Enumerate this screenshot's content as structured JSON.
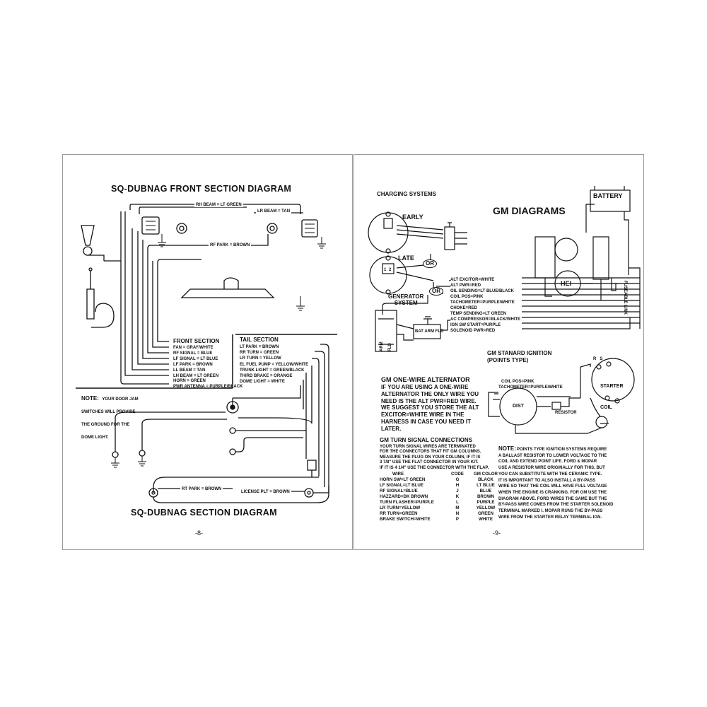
{
  "left_page": {
    "title_top": "SQ-DUBNAG FRONT SECTION DIAGRAM",
    "title_bottom": "SQ-DUBNAG SECTION DIAGRAM",
    "page_number": "-8-",
    "labels": {
      "rh_beam": "RH BEAM = LT GREEN",
      "lr_beam": "LR BEAM = TAN",
      "rf_park": "RF PARK = BROWN",
      "rt_park": "RT PARK = BROWN",
      "license_plt": "LICENSE PLT = BROWN"
    },
    "front_section": {
      "heading": "FRONT SECTION",
      "items": [
        "FAN = GRAY/WHITE",
        "RF SIGNAL = BLUE",
        "LF SIGNAL = LT BLUE",
        "LF PARK = BROWN",
        "LL BEAM = TAN",
        "LH BEAM = LT GREEN",
        "HORN = GREEN",
        "PWR ANTENNA = PURPLE/BLACK"
      ]
    },
    "tail_section": {
      "heading": "TAIL SECTION",
      "items": [
        "LT PARK = BROWN",
        "RR TURN = GREEN",
        "LR TURN = YELLOW",
        "EL FUEL PUMP = YELLOW/WHITE",
        "TRUNK LIGHT = GREEN/BLACK",
        "THIRD BRAKE = ORANGE",
        "DOME LIGHT = WHITE"
      ]
    },
    "note": {
      "label": "NOTE:",
      "text": "YOUR DOOR JAM\nSWITCHES WILL PROVIDE\nTHE GROUND FOR THE\nDOME LIGHT."
    }
  },
  "right_page": {
    "page_number": "-9-",
    "charging_title": "CHARGING SYSTEMS",
    "gm_title": "GM DIAGRAMS",
    "early": "EARLY",
    "late": "LATE",
    "or": "OR",
    "generator_system": "GENERATOR\nSYSTEM",
    "battery": "BATTERY",
    "hei": "HEI",
    "fuseable_link": "FUSEABLE LINK",
    "bat_arm_fld": "BAT ARM FLD",
    "arm": "ARM",
    "fld": "FLD",
    "terminal_1": "1",
    "terminal_2": "2",
    "wire_labels": [
      "ALT EXCITOR=WHITE",
      "ALT PWR=RED",
      "OIL SENDING=LT BLUE/BLACK",
      "COIL POS=PINK",
      "TACHOMETER=PURPLE/WHITE",
      "CHOKE=RED",
      "TEMP SENDING=LT GREEN",
      "AC COMPRESSOR=BLACK/WHITE",
      "IGN SW START=PURPLE",
      "SOLENOID PWR=RED"
    ],
    "one_wire": {
      "title": "GM ONE-WIRE ALTERNATOR",
      "text": "IF YOU ARE USING A ONE-WIRE\nALTERNATOR THE ONLY WIRE YOU\nNEED IS THE ALT PWR=RED WIRE.\nWE SUGGEST YOU STORE THE ALT\nEXCITOR=WHITE WIRE IN THE\nHARNESS IN CASE YOU NEED IT\nLATER."
    },
    "ignition": {
      "title": "GM STANARD IGNITION\n(POINTS TYPE)",
      "coil_pos": "COIL POS=PINK",
      "tachometer": "TACHOMETER=PURPLE/WHITE",
      "dist": "DIST",
      "resistor": "RESISTOR",
      "starter": "STARTER",
      "coil": "COIL",
      "rs": "R   S"
    },
    "turn_signal": {
      "title": "GM TURN SIGNAL CONNECTIONS",
      "intro": "YOUR TURN SIGNAL WIRES ARE TERMINATED\nFOR THE CONNECTORS THAT FIT GM COLUMNS.\nMEASURE THE PLUG ON YOUR COLUMN, IF IT IS\n3 7/8\" USE THE FLAT CONNECTOR IN YOUR KIT.\nIF IT IS 4 1/4\" USE THE CONNECTOR WITH THE FLAP.",
      "headers": [
        "WIRE",
        "CODE",
        "GM COLOR"
      ],
      "rows": [
        [
          "HORN SW=LT GREEN",
          "G",
          "BLACK"
        ],
        [
          "LF SIGNAL=LT BLUE",
          "H",
          "LT BLUE"
        ],
        [
          "RF SIGNAL=BLUE",
          "J",
          "BLUE"
        ],
        [
          "HAZZARD=DK BROWN",
          "K",
          "BROWN"
        ],
        [
          "TURN FLASHER=PURPLE",
          "L",
          "PURPLE"
        ],
        [
          "LR TURN=YELLOW",
          "M",
          "YELLOW"
        ],
        [
          "RR TURN=GREEN",
          "N",
          "GREEN"
        ],
        [
          "BRAKE SWITCH=WHITE",
          "P",
          "WHITE"
        ]
      ]
    },
    "note": {
      "label": "NOTE:",
      "text": "POINTS TYPE IGNITION SYSTEMS REQUIRE\nA BALLAST RESISTOR TO LOWER VOLTAGE TO THE\nCOIL AND EXTEND POINT LIFE. FORD & MOPAR\nUSE A RESISTOR WIRE ORIGINALLY FOR THIS, BUT\nYOU CAN SUBSTITUTE WITH THE CERAMIC TYPE.\nIT IS IMPORTANT TO ALSO INSTALL A BY-PASS\nWIRE SO THAT THE COIL WILL HAVE FULL VOLTAGE\nWHEN THE ENGINE IS CRANKING. FOR GM USE THE\nDIAGRAM ABOVE. FORD WIRES THE SAME BUT THE\nBY-PASS WIRE COMES FROM THE STARTER SOLENOID\nTERMINAL MARKED I. MOPAR RUNS THE BY-PASS\nWIRE FROM THE STARTER RELAY TERMINAL IGN."
    }
  }
}
